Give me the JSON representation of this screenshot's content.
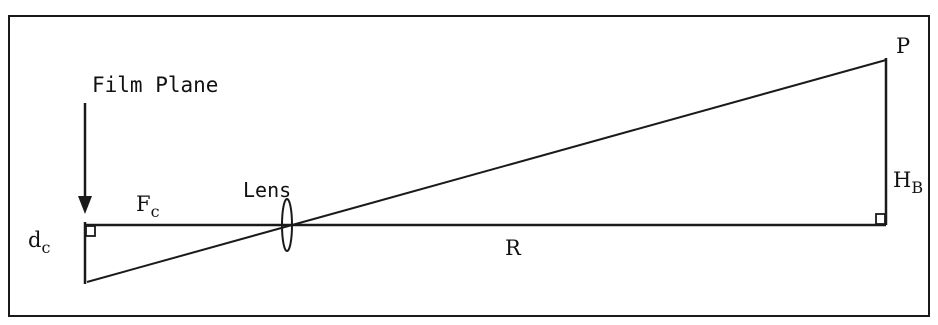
{
  "diagram": {
    "labels": {
      "film_plane": "Film Plane",
      "lens": "Lens",
      "point": "P",
      "focal_main": "F",
      "focal_sub": "c",
      "height_main": "H",
      "height_sub": "B",
      "range": "R",
      "image_main": "d",
      "image_sub": "c"
    },
    "colors": {
      "ink": "#1a1a1a",
      "background": "#ffffff"
    }
  }
}
